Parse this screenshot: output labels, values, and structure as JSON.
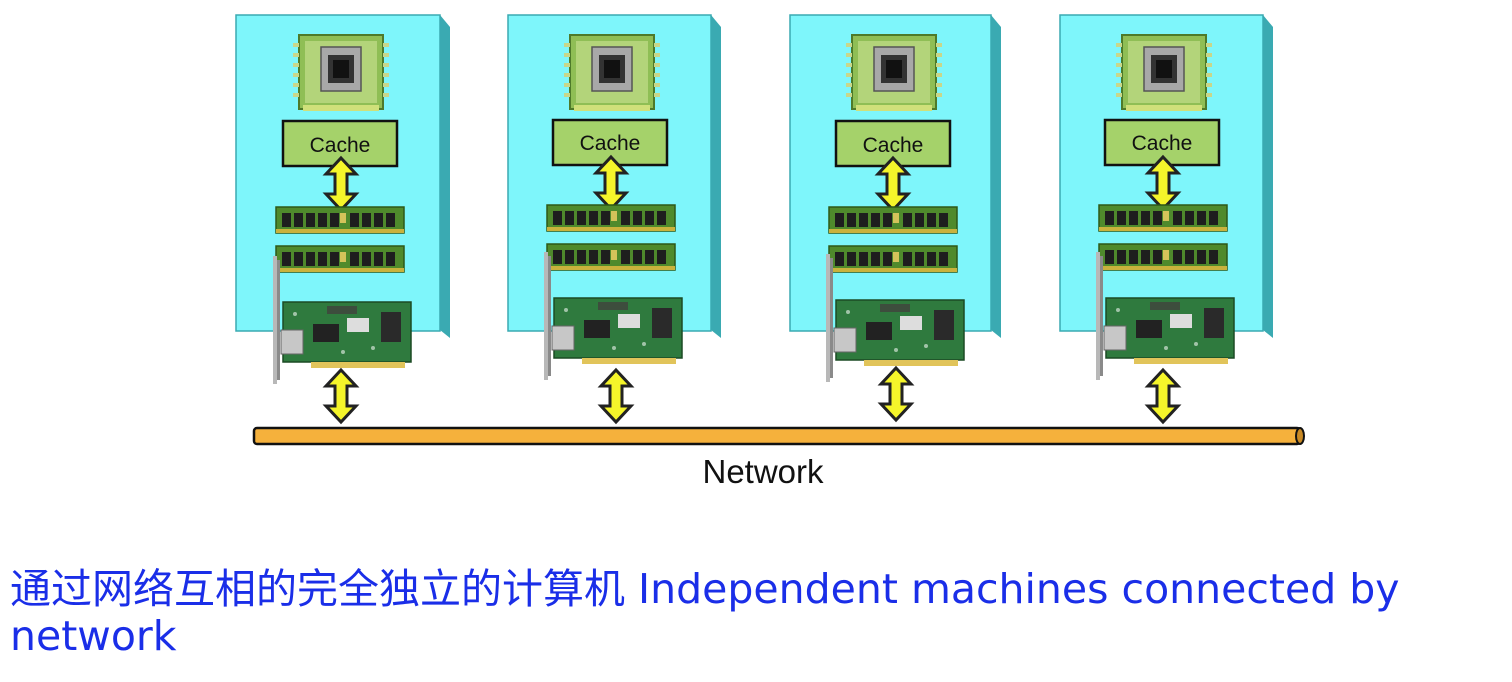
{
  "nodes": [
    {
      "cache_label": "Cache"
    },
    {
      "cache_label": "Cache"
    },
    {
      "cache_label": "Cache"
    },
    {
      "cache_label": "Cache"
    }
  ],
  "network_label": "Network",
  "caption_zh": "通过网络互相的完全独立的计算机",
  "caption_en": "Independent machines connected by network",
  "colors": {
    "node_bg": "#7ef6fb",
    "node_side": "#3aaab2",
    "cache_fill": "#a5d26a",
    "arrow_fill": "#f5f52a",
    "network_bar": "#f5b13c",
    "caption": "#1a2ee8"
  },
  "icons": [
    "cpu-chip-icon",
    "ram-module-icon",
    "network-card-icon",
    "bidirectional-arrow-icon"
  ]
}
